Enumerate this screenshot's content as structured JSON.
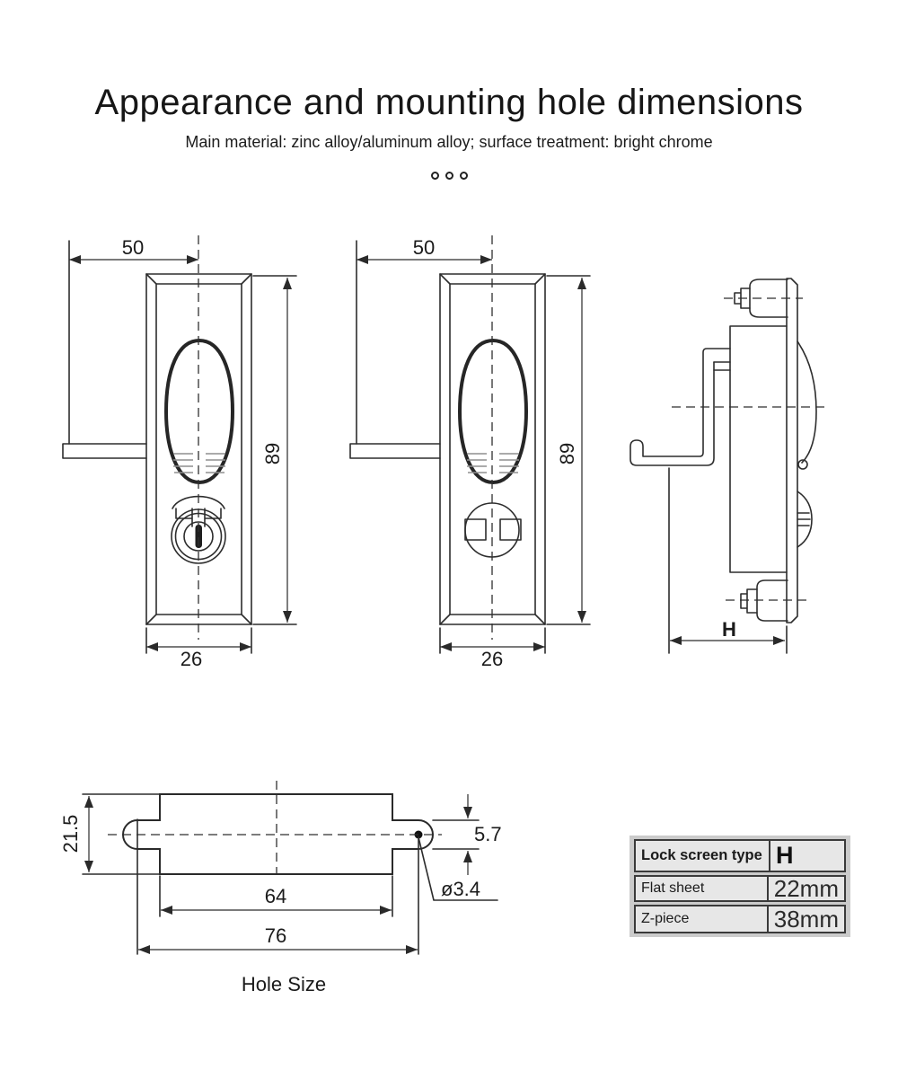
{
  "header": {
    "title": "Appearance and mounting hole dimensions",
    "subtitle": "Main material: zinc alloy/aluminum alloy; surface treatment: bright chrome"
  },
  "carousel": {
    "dots": 3
  },
  "views": {
    "front_key": {
      "offset_width": "50",
      "height": "89",
      "width": "26"
    },
    "front_slot": {
      "offset_width": "50",
      "height": "89",
      "width": "26"
    },
    "side": {
      "depth": "H"
    }
  },
  "hole_drawing": {
    "title": "Hole Size",
    "plate_height": "21.5",
    "slot_height": "5.7",
    "inner_width": "64",
    "hole_spacing": "76",
    "hole_diameter": "ø3.4"
  },
  "table": {
    "header": [
      "Lock screen type",
      "H"
    ],
    "rows": [
      [
        "Flat sheet",
        "22mm"
      ],
      [
        "Z-piece",
        "38mm"
      ]
    ]
  }
}
